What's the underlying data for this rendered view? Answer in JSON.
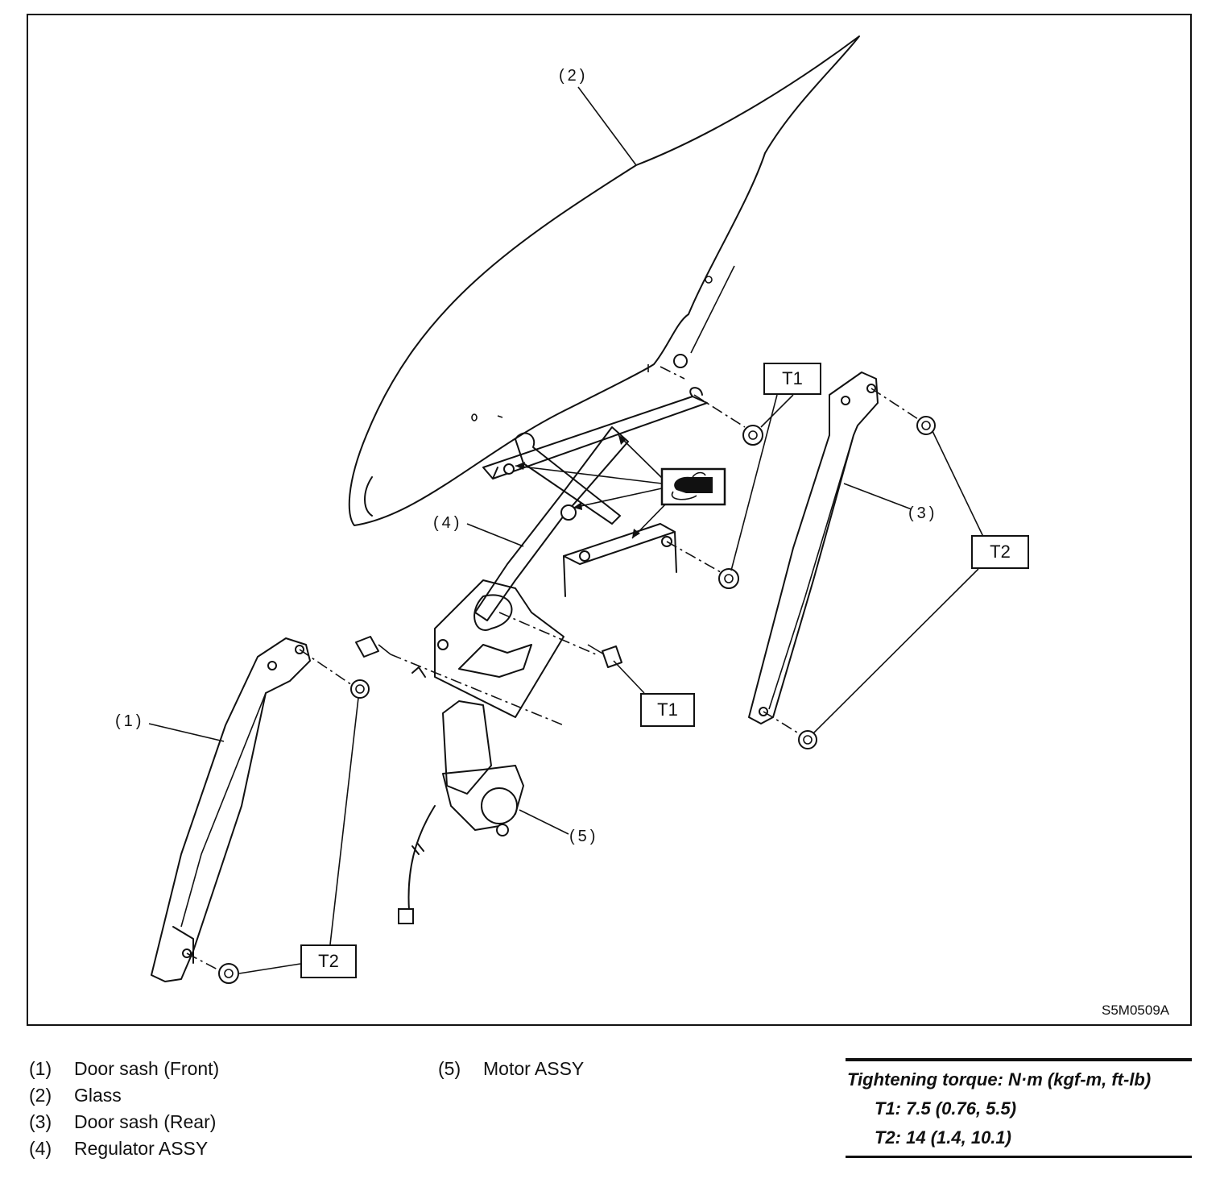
{
  "diagram": {
    "callouts": {
      "c1": "(1)",
      "c2": "(2)",
      "c3": "(3)",
      "c4": "(4)",
      "c5": "(5)"
    },
    "torque_boxes": {
      "t1_upper": "T1",
      "t1_lower": "T1",
      "t2_right": "T2",
      "t2_left": "T2"
    },
    "grease_icon": "grease-hand-icon",
    "figure_code": "S5M0509A"
  },
  "legend": {
    "items": [
      {
        "num": "(1)",
        "label": "Door sash (Front)"
      },
      {
        "num": "(2)",
        "label": "Glass"
      },
      {
        "num": "(3)",
        "label": "Door sash (Rear)"
      },
      {
        "num": "(4)",
        "label": "Regulator ASSY"
      },
      {
        "num": "(5)",
        "label": "Motor ASSY"
      }
    ]
  },
  "torque_spec": {
    "heading": "Tightening torque: N·m (kgf-m, ft-lb)",
    "t1": "T1: 7.5 (0.76, 5.5)",
    "t2": "T2: 14 (1.4, 10.1)"
  }
}
